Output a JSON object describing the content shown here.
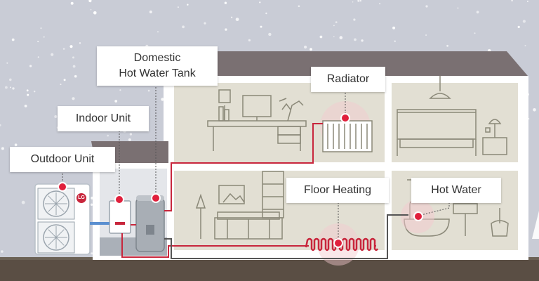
{
  "labels": {
    "outdoor_unit": "Outdoor Unit",
    "indoor_unit": "Indoor Unit",
    "hot_water_tank_line1": "Domestic",
    "hot_water_tank_line2": "Hot Water Tank",
    "radiator": "Radiator",
    "floor_heating": "Floor Heating",
    "hot_water": "Hot Water"
  },
  "brand": {
    "logo_text": "LG"
  },
  "colors": {
    "sky": "#c9ccd6",
    "snow": "#ffffff",
    "roof": "#7a7072",
    "wall": "#ffffff",
    "room": "#e2dfd3",
    "line_art": "#8a8878",
    "pipe_red": "#c8263c",
    "pipe_grey": "#555555",
    "hotspot": "#e0203c",
    "ground": "#5a4e44",
    "unit_grey": "#9aa4ad"
  }
}
